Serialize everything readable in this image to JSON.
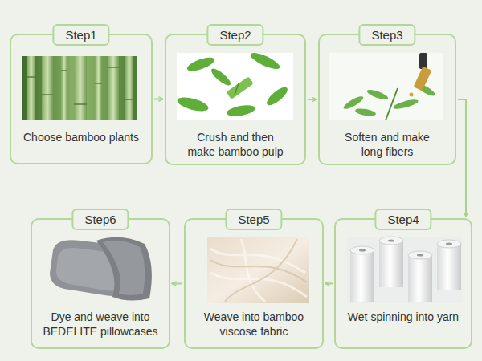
{
  "diagram": {
    "nodes": [
      {
        "text": [
          "Step1",
          "Choose bamboo plants"
        ]
      },
      {
        "text": [
          "Step2",
          "Crush and then make bamboo pulp"
        ]
      },
      {
        "text": [
          "Step3",
          "Soften and make long fibers"
        ]
      },
      {
        "text": [
          "Step4",
          "Wet spinning into yarn"
        ]
      },
      {
        "text": [
          "Step5",
          "Weave into bamboo viscose fabric"
        ]
      },
      {
        "text": [
          "Step6",
          "Dye and weave into BEDELITE pillowcases"
        ]
      }
    ],
    "edges": [
      {
        "from": 0,
        "to": 1,
        "arrow": "to"
      },
      {
        "from": 1,
        "to": 2,
        "arrow": "to"
      },
      {
        "from": 2,
        "to": 3,
        "arrow": "to"
      },
      {
        "from": 3,
        "to": 4,
        "arrow": "to"
      },
      {
        "from": 4,
        "to": 5,
        "arrow": "to"
      }
    ]
  }
}
